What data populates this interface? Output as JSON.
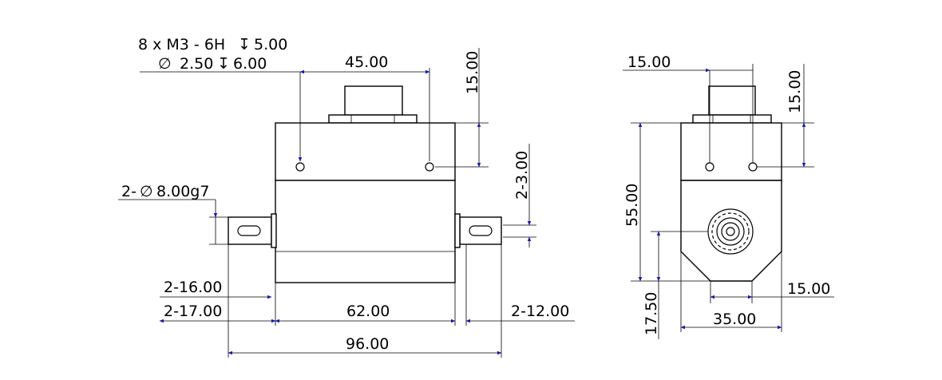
{
  "callouts": {
    "thread_spec": "8 x  M3 - 6H",
    "thread_depth": "5.00",
    "drill_spec": "2.50",
    "drill_depth": "6.00",
    "shaft_spec": "2-",
    "shaft_diameter": "8.00g7"
  },
  "front_view": {
    "hole_spacing": "45.00",
    "connector_height": "15.00",
    "hole_offset": "2-3.00",
    "shaft_length_inner": "2-16.00",
    "shaft_length_outer": "2-17.00",
    "body_length": "62.00",
    "shaft_right": "2-12.00",
    "overall_length": "96.00"
  },
  "side_view": {
    "connector_width": "15.00",
    "connector_height": "15.00",
    "body_height": "55.00",
    "center_height": "17.50",
    "base_offset": "15.00",
    "base_width": "35.00"
  },
  "colors": {
    "line": "#000000",
    "arrow": "#1a1aa0",
    "background": "#ffffff"
  }
}
